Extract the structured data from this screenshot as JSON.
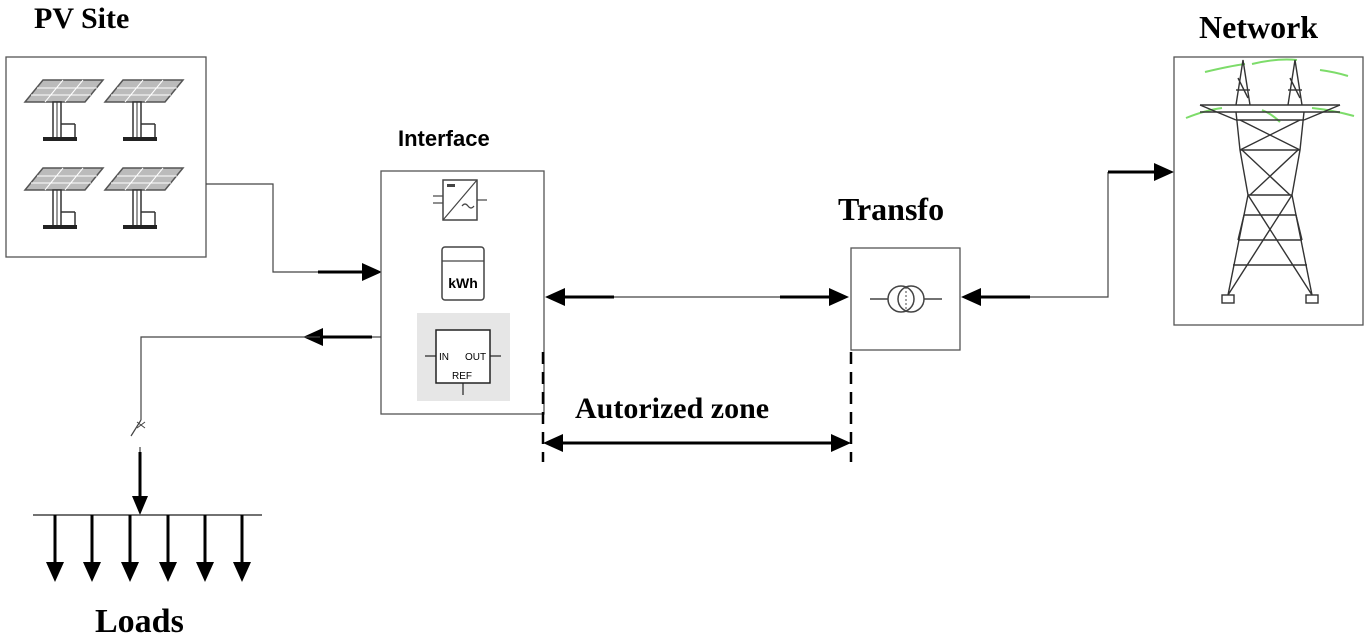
{
  "labels": {
    "pv_site": "PV Site",
    "interface": "Interface",
    "transfo": "Transfo",
    "network": "Network",
    "autorized_zone": "Autorized zone",
    "loads": "Loads"
  },
  "interface_icons": {
    "inverter": "inverter-icon",
    "meter_text": "kWh",
    "controller": {
      "in": "IN",
      "out": "OUT",
      "ref": "REF"
    }
  },
  "colors": {
    "line": "#000000",
    "box_border": "#555555",
    "controller_bg": "#e6e6e6",
    "pylon_insulator": "#7ddc6a",
    "solar_panel": "#888888"
  }
}
